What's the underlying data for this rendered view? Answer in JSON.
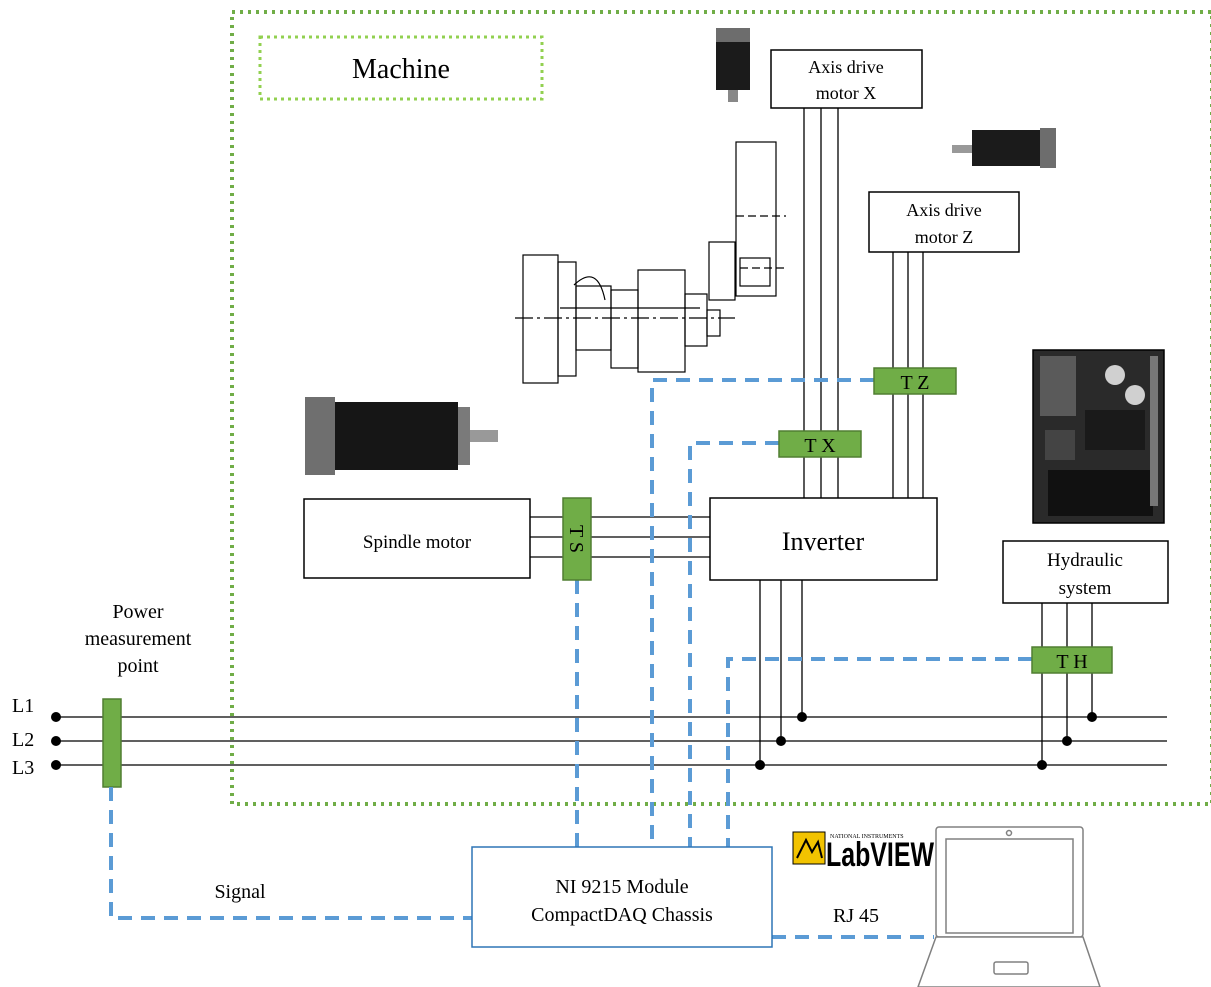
{
  "machine_label": "Machine",
  "axis_x": {
    "line1": "Axis drive",
    "line2": "motor X"
  },
  "axis_z": {
    "line1": "Axis drive",
    "line2": "motor Z"
  },
  "spindle_label": "Spindle motor",
  "inverter_label": "Inverter",
  "hydraulic": {
    "line1": "Hydraulic",
    "line2": "system"
  },
  "power_point": {
    "line1": "Power",
    "line2": "measurement",
    "line3": "point"
  },
  "phases": [
    "L1",
    "L2",
    "L3"
  ],
  "sensors": {
    "tz": "T Z",
    "tx": "T X",
    "ts": "T S",
    "th": "T H"
  },
  "daq": {
    "line1": "NI 9215 Module",
    "line2": "CompactDAQ Chassis"
  },
  "signal_label": "Signal",
  "rj45_label": "RJ 45",
  "labview": {
    "brand_small": "NATIONAL INSTRUMENTS",
    "brand": "LabVIEW"
  },
  "colors": {
    "sensor_fill": "#70ad47",
    "sensor_stroke": "#507e32",
    "signal_line": "#5b9bd5",
    "machine_border": "#70ad47",
    "machine_label_border": "#92d050",
    "daq_border": "#2e75b6"
  }
}
